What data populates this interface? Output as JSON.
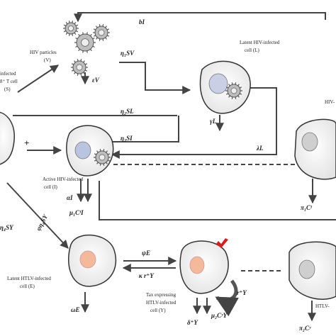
{
  "labels": {
    "healthy_cell": [
      "infected",
      "8⁺ T cell",
      "(S)"
    ],
    "hiv_particles": [
      "HIV particles",
      "(V)"
    ],
    "latent_hiv": [
      "Latent HIV-infected",
      "cell (L)"
    ],
    "active_hiv": [
      "Active HIV-infected",
      "cell (I)"
    ],
    "hiv_right_partial": "HIV-",
    "latent_htlv": [
      "Latent HTLV-infected",
      "cell (E)"
    ],
    "tax_htlv": [
      "Tax expressing",
      "HTLV-infected",
      "cell (Y)"
    ],
    "htlv_right_partial": "HTLV-"
  },
  "rates": {
    "bI": "bI",
    "eta1SV": "η₁SV",
    "epsV": "εV",
    "eta2SL": "η₂SL",
    "eta3SI": "η₃SI",
    "gammaL": "γL",
    "lambdaL": "λL",
    "alphaI": "αI",
    "mu1CI": "μ₁CᴵI",
    "pi1CI": "π₁Cᴵ",
    "phiEta4SY": "φη₄SY",
    "eta4SY": "η₄SY",
    "psiE": "ψE",
    "kappaRY": "κ r⁺Y",
    "rplusY": "r⁺Y",
    "omegaE": "ωE",
    "deltaY": "δ⁺Y",
    "mu2CYY": "μ₂CʸY",
    "pi2CY": "π₂Cʸ"
  },
  "plus_sign": "+",
  "colors": {
    "line": "#444444",
    "latent_nucleus": "#c9cfe4",
    "active_nucleus": "#b9c4e0",
    "htlv_nucleus": "#f4b89b",
    "gray_nucleus": "#cfcfcf",
    "tax_marker": "#d62020",
    "cell_fill": "#f6f6f6"
  }
}
